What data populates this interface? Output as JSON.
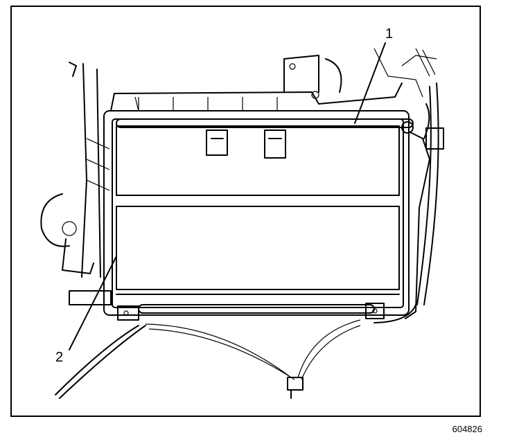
{
  "callouts": {
    "one": "1",
    "two": "2"
  },
  "figure_number": "604826",
  "colors": {
    "ink": "#000000",
    "paper": "#ffffff"
  }
}
